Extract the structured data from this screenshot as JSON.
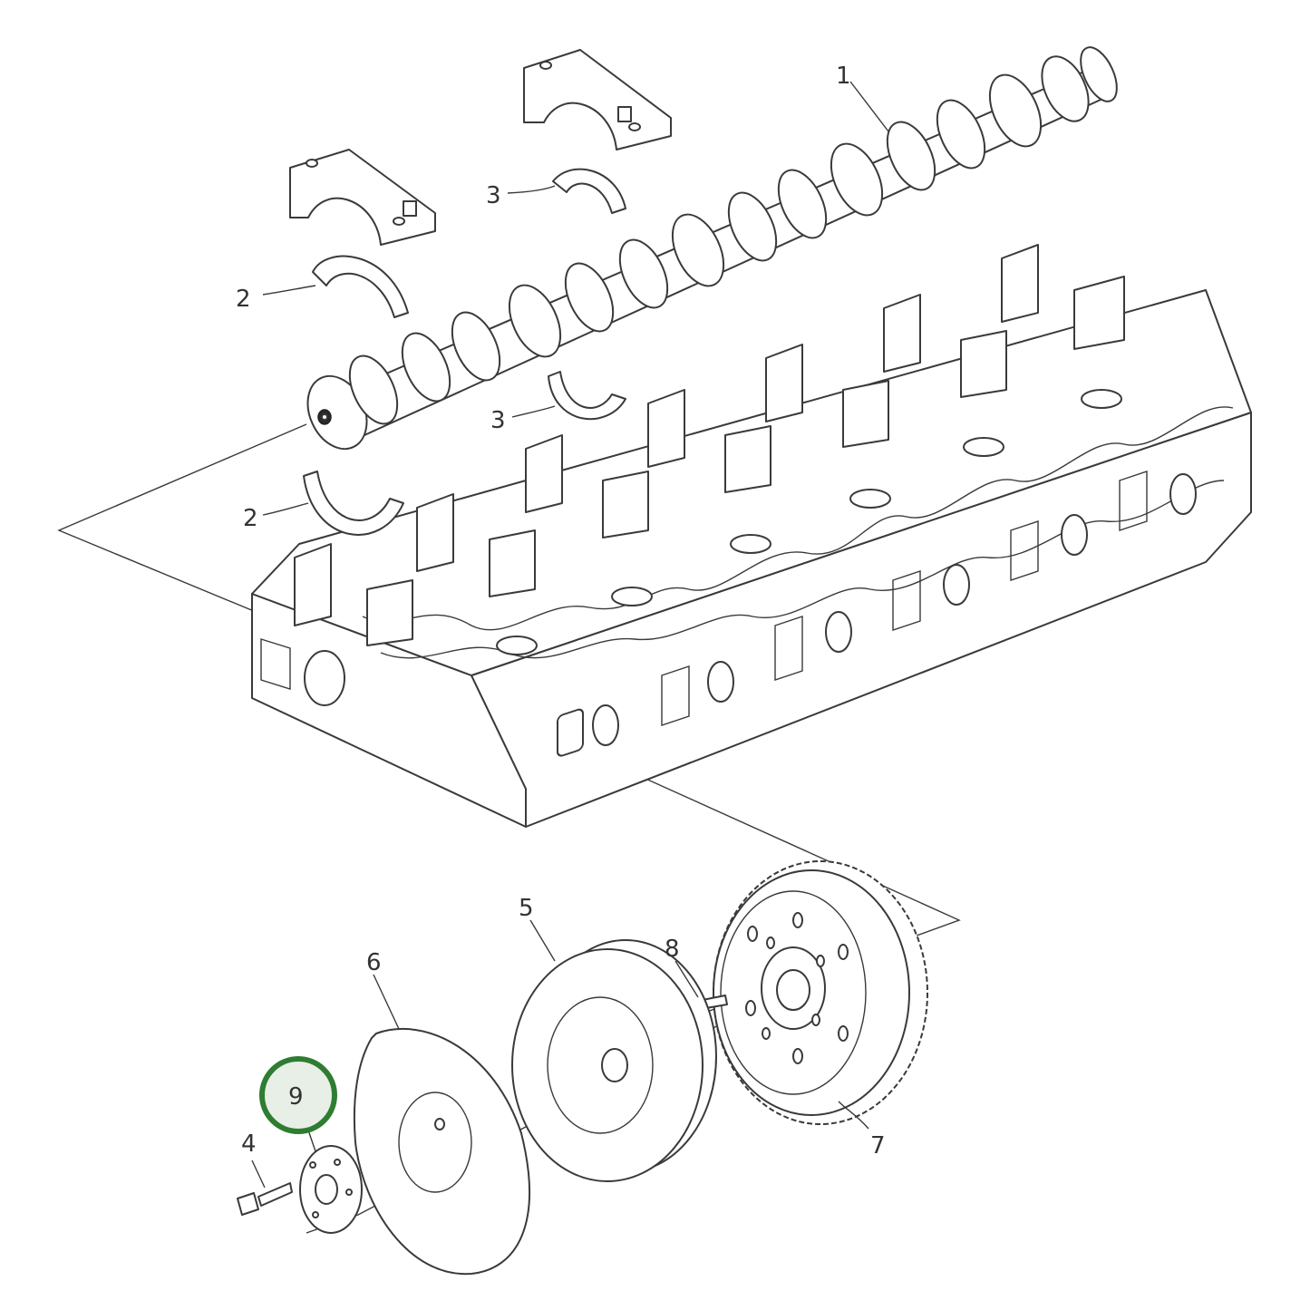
{
  "callouts": [
    {
      "id": "1",
      "text": "1"
    },
    {
      "id": "2a",
      "text": "2"
    },
    {
      "id": "2b",
      "text": "2"
    },
    {
      "id": "3a",
      "text": "3"
    },
    {
      "id": "3b",
      "text": "3"
    },
    {
      "id": "4",
      "text": "4"
    },
    {
      "id": "5",
      "text": "5"
    },
    {
      "id": "6",
      "text": "6"
    },
    {
      "id": "7",
      "text": "7"
    },
    {
      "id": "8",
      "text": "8"
    },
    {
      "id": "9",
      "text": "9"
    }
  ],
  "highlight": {
    "callout": "9",
    "color": "#2e7d32",
    "fill": "#e8efe6"
  }
}
